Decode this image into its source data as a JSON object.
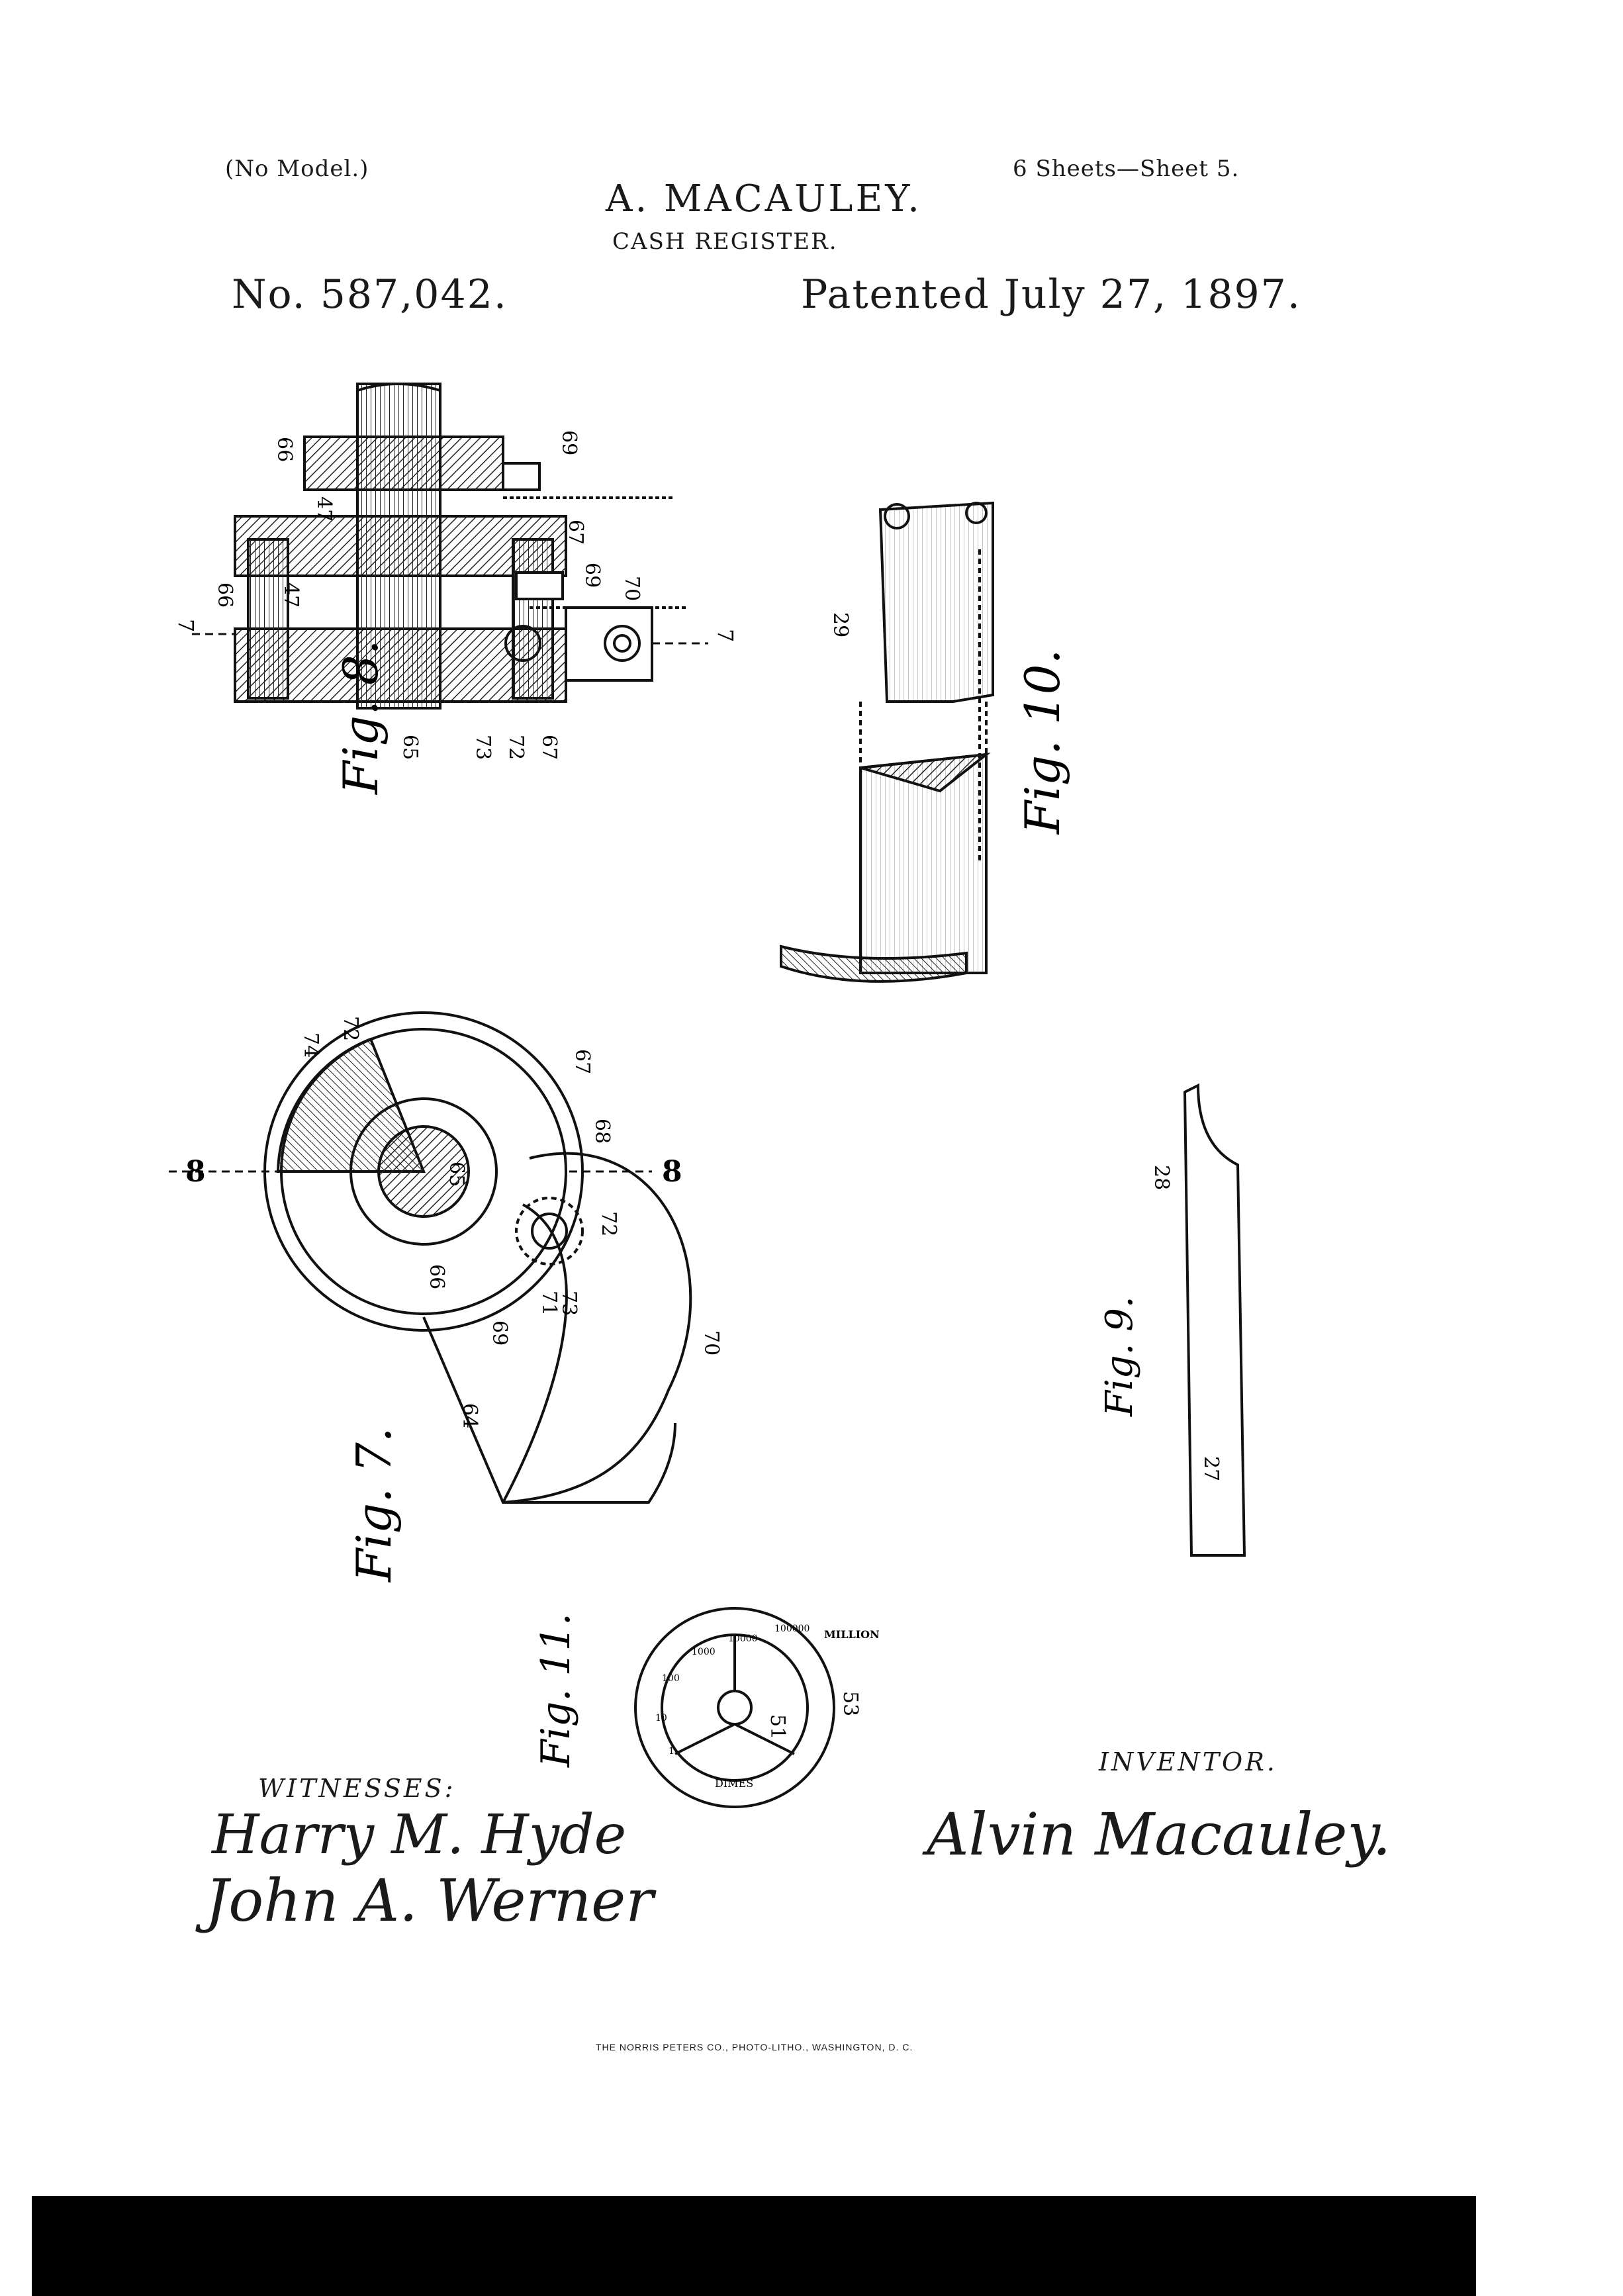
{
  "header": {
    "model": "(No Model.)",
    "sheets": "6 Sheets—Sheet 5.",
    "inventor_name": "A. MACAULEY.",
    "title": "CASH REGISTER.",
    "patent_number": "No. 587,042.",
    "patent_date": "Patented July 27, 1897."
  },
  "figures": {
    "fig8": {
      "label": "Fig. 8.",
      "refs": [
        "66",
        "47",
        "66",
        "47",
        "69",
        "67",
        "69",
        "70",
        "65",
        "73",
        "72",
        "67",
        "7",
        "7"
      ]
    },
    "fig10": {
      "label": "Fig. 10.",
      "refs": [
        "29"
      ]
    },
    "fig7": {
      "label": "Fig. 7.",
      "refs": [
        "74",
        "72",
        "67",
        "68",
        "65",
        "72",
        "66",
        "71",
        "73",
        "69",
        "70",
        "64",
        "8",
        "8"
      ]
    },
    "fig9": {
      "label": "Fig. 9.",
      "refs": [
        "28",
        "27"
      ]
    },
    "fig11": {
      "label": "Fig. 11.",
      "refs": [
        "51",
        "53"
      ],
      "dial_text": [
        "MILLION",
        "100000",
        "10000",
        "1000",
        "100",
        "10",
        "1",
        "DIMES"
      ]
    }
  },
  "footer": {
    "witnesses_label": "WITNESSES:",
    "witness_1": "Harry M. Hyde",
    "witness_2": "John A. Werner",
    "inventor_label": "INVENTOR.",
    "inventor_signature": "Alvin Macauley.",
    "printer": "THE NORRIS PETERS CO., PHOTO-LITHO., WASHINGTON, D. C."
  }
}
